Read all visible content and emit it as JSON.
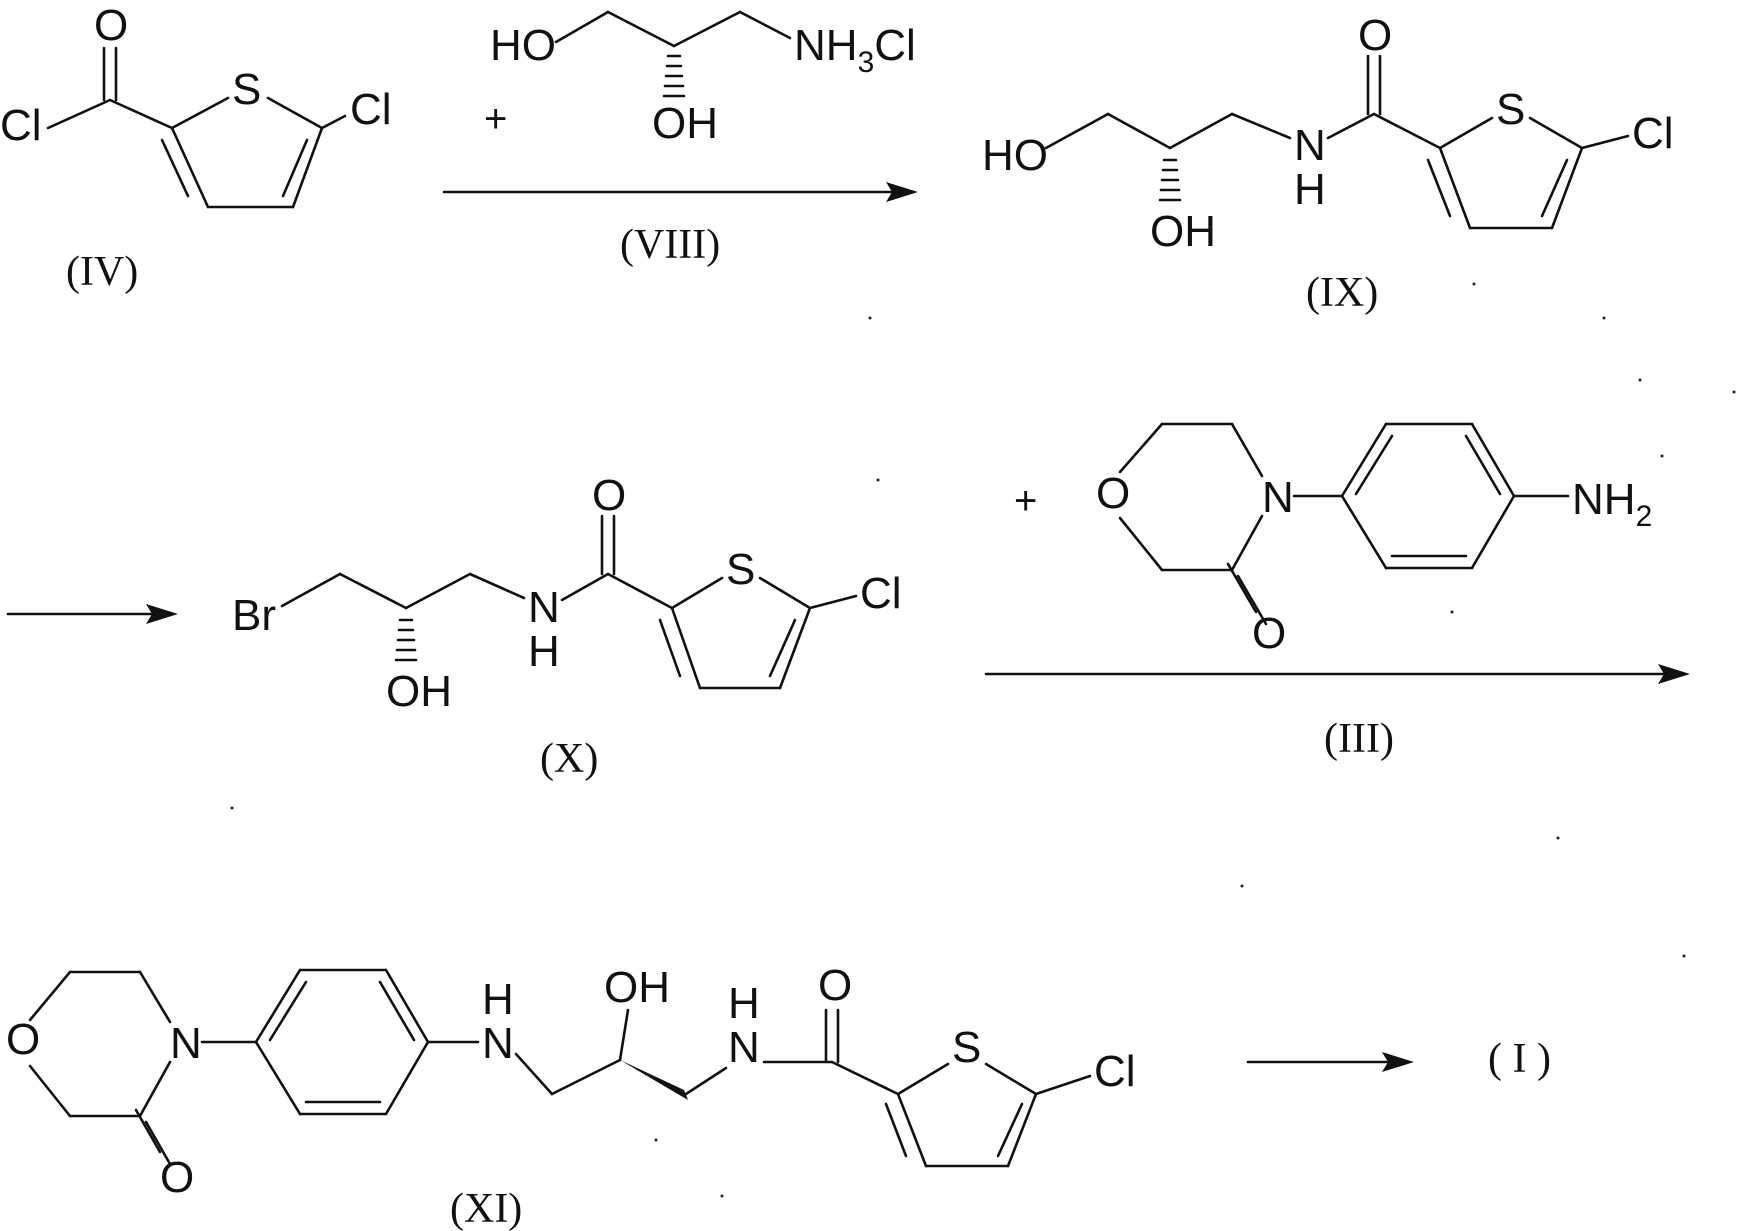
{
  "compounds": {
    "iv": {
      "label": "(IV)",
      "s": "S",
      "cl_ring": "Cl",
      "cl_acyl": "Cl",
      "o": "O"
    },
    "viii": {
      "label": "(VIII)",
      "ho": "HO",
      "oh": "OH",
      "amine": "NH",
      "amine_sub": "3",
      "amine_salt": "Cl"
    },
    "ix": {
      "label": "(IX)",
      "ho": "HO",
      "oh": "OH",
      "n": "N",
      "h": "H",
      "o": "O",
      "s": "S",
      "cl": "Cl"
    },
    "x": {
      "label": "(X)",
      "br": "Br",
      "oh": "OH",
      "n": "N",
      "h": "H",
      "o": "O",
      "s": "S",
      "cl": "Cl"
    },
    "iii": {
      "label": "(III)",
      "o_ring": "O",
      "n": "N",
      "o_keto": "O",
      "amine": "NH",
      "amine_sub": "2"
    },
    "xi": {
      "label": "(XI)",
      "o_ring": "O",
      "n_ring": "N",
      "o_keto": "O",
      "nh_n": "N",
      "nh_h": "H",
      "oh": "OH",
      "amide_n": "N",
      "amide_h": "H",
      "amide_o": "O",
      "s": "S",
      "cl": "Cl"
    },
    "product": {
      "label": "( I )"
    }
  },
  "symbols": {
    "plus": "+"
  }
}
